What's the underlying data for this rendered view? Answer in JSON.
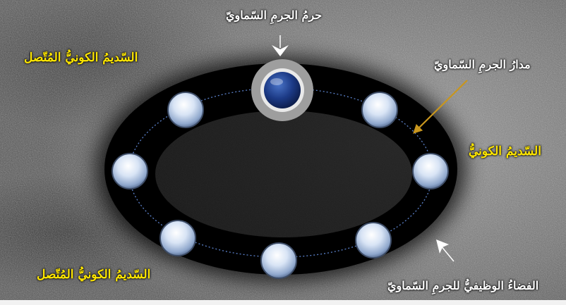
{
  "labels": {
    "body_haram": "حرمُ الجرمِ السّماويّ",
    "orbit": "مدارُ الجرمِ السّماويّ",
    "nebula_right": "السّديمُ الكونيُّ",
    "nebula_connected_top": "السّديمُ الكونيُّ المُتّصل",
    "nebula_connected_bottom": "السّديمُ الكونيُّ المُتّصل",
    "functional_space": "الفضاءُ الوظيفيُّ للجرمِ السّماويّ"
  },
  "colors": {
    "white_text": "#ffffff",
    "yellow_text": "#ffe600",
    "orbit_ring": "#000000",
    "central_body": "#1f3f8f",
    "halo": "#9e9e9e",
    "moon": "#c9d8ee",
    "pointer_orbit": "#c8961e",
    "pointer_white": "#ffffff"
  }
}
